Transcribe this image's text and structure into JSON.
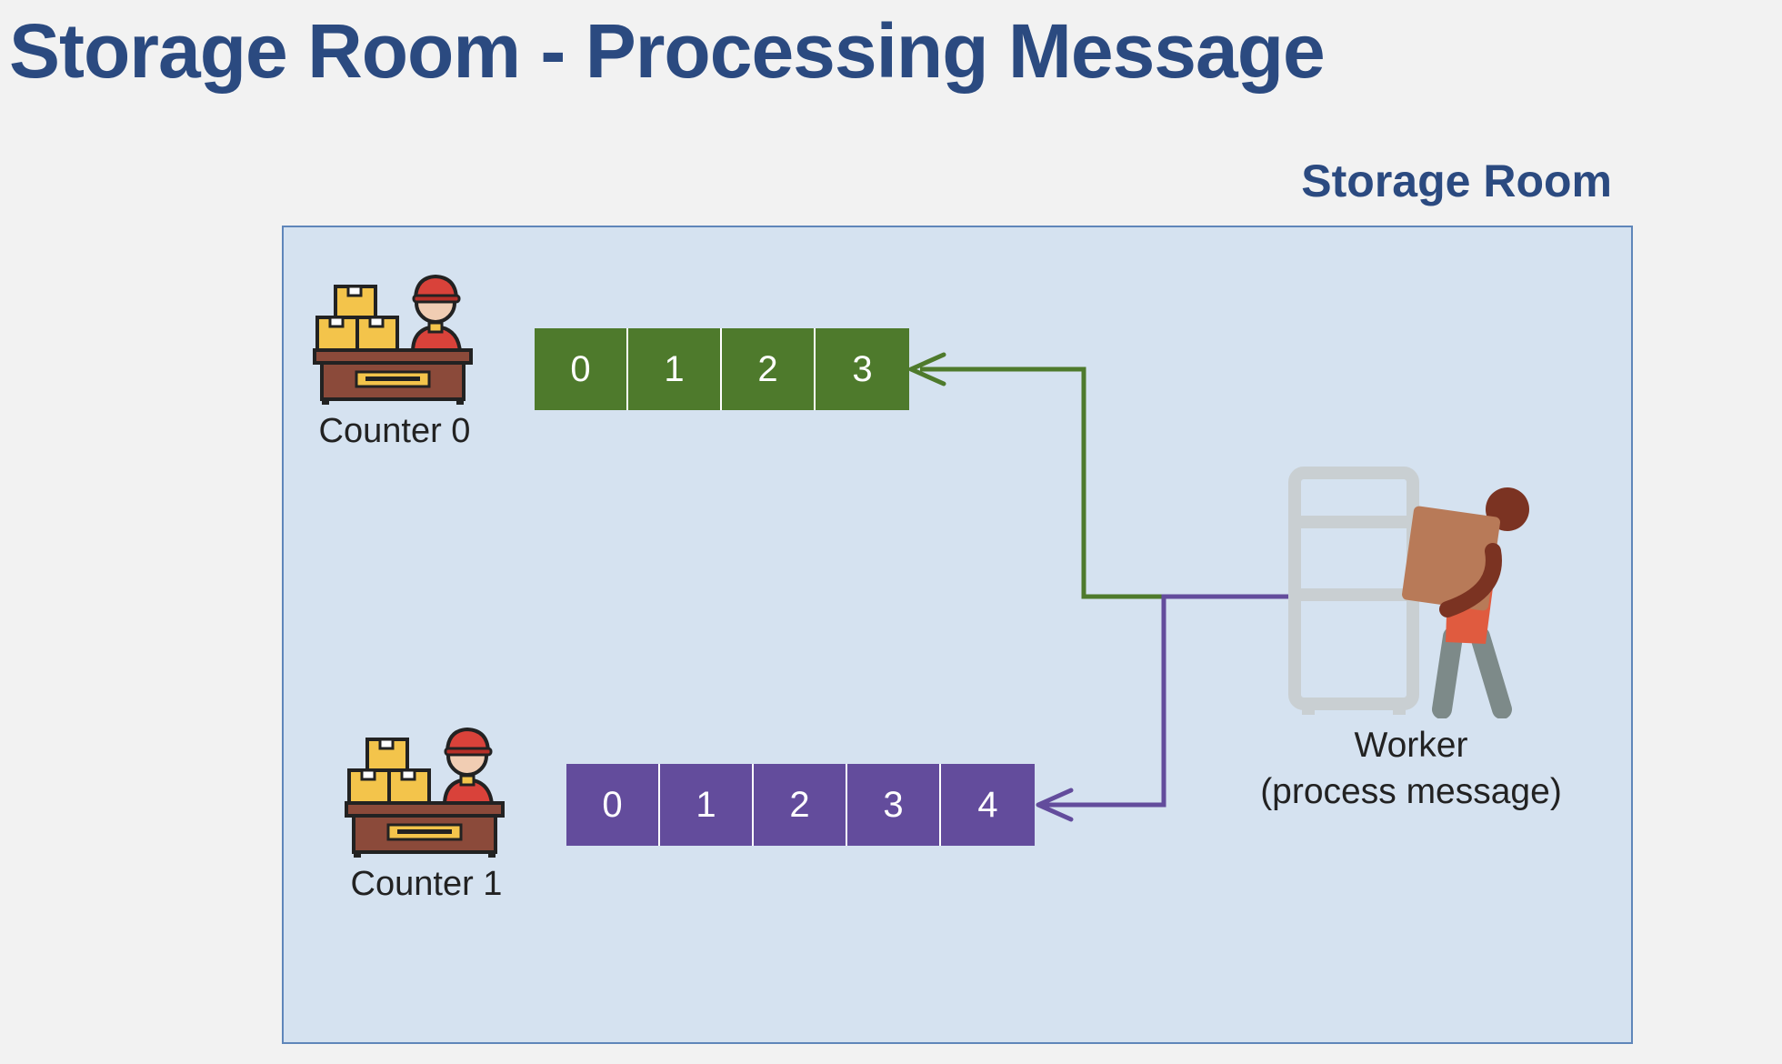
{
  "title": "Storage Room - Processing Message",
  "room": {
    "label": "Storage Room"
  },
  "counters": [
    {
      "label": "Counter 0"
    },
    {
      "label": "Counter 1"
    }
  ],
  "queues": [
    {
      "color": "#4e7a2c",
      "slots": [
        "0",
        "1",
        "2",
        "3"
      ]
    },
    {
      "color": "#634c9c",
      "slots": [
        "0",
        "1",
        "2",
        "3",
        "4"
      ]
    }
  ],
  "worker": {
    "label_line1": "Worker",
    "label_line2": "(process message)",
    "icon": "worker-carrying-box-icon"
  },
  "colors": {
    "title": "#2b4a80",
    "room_bg": "#d5e2f0",
    "arrow_green": "#4e7a2c",
    "arrow_purple": "#634c9c"
  }
}
